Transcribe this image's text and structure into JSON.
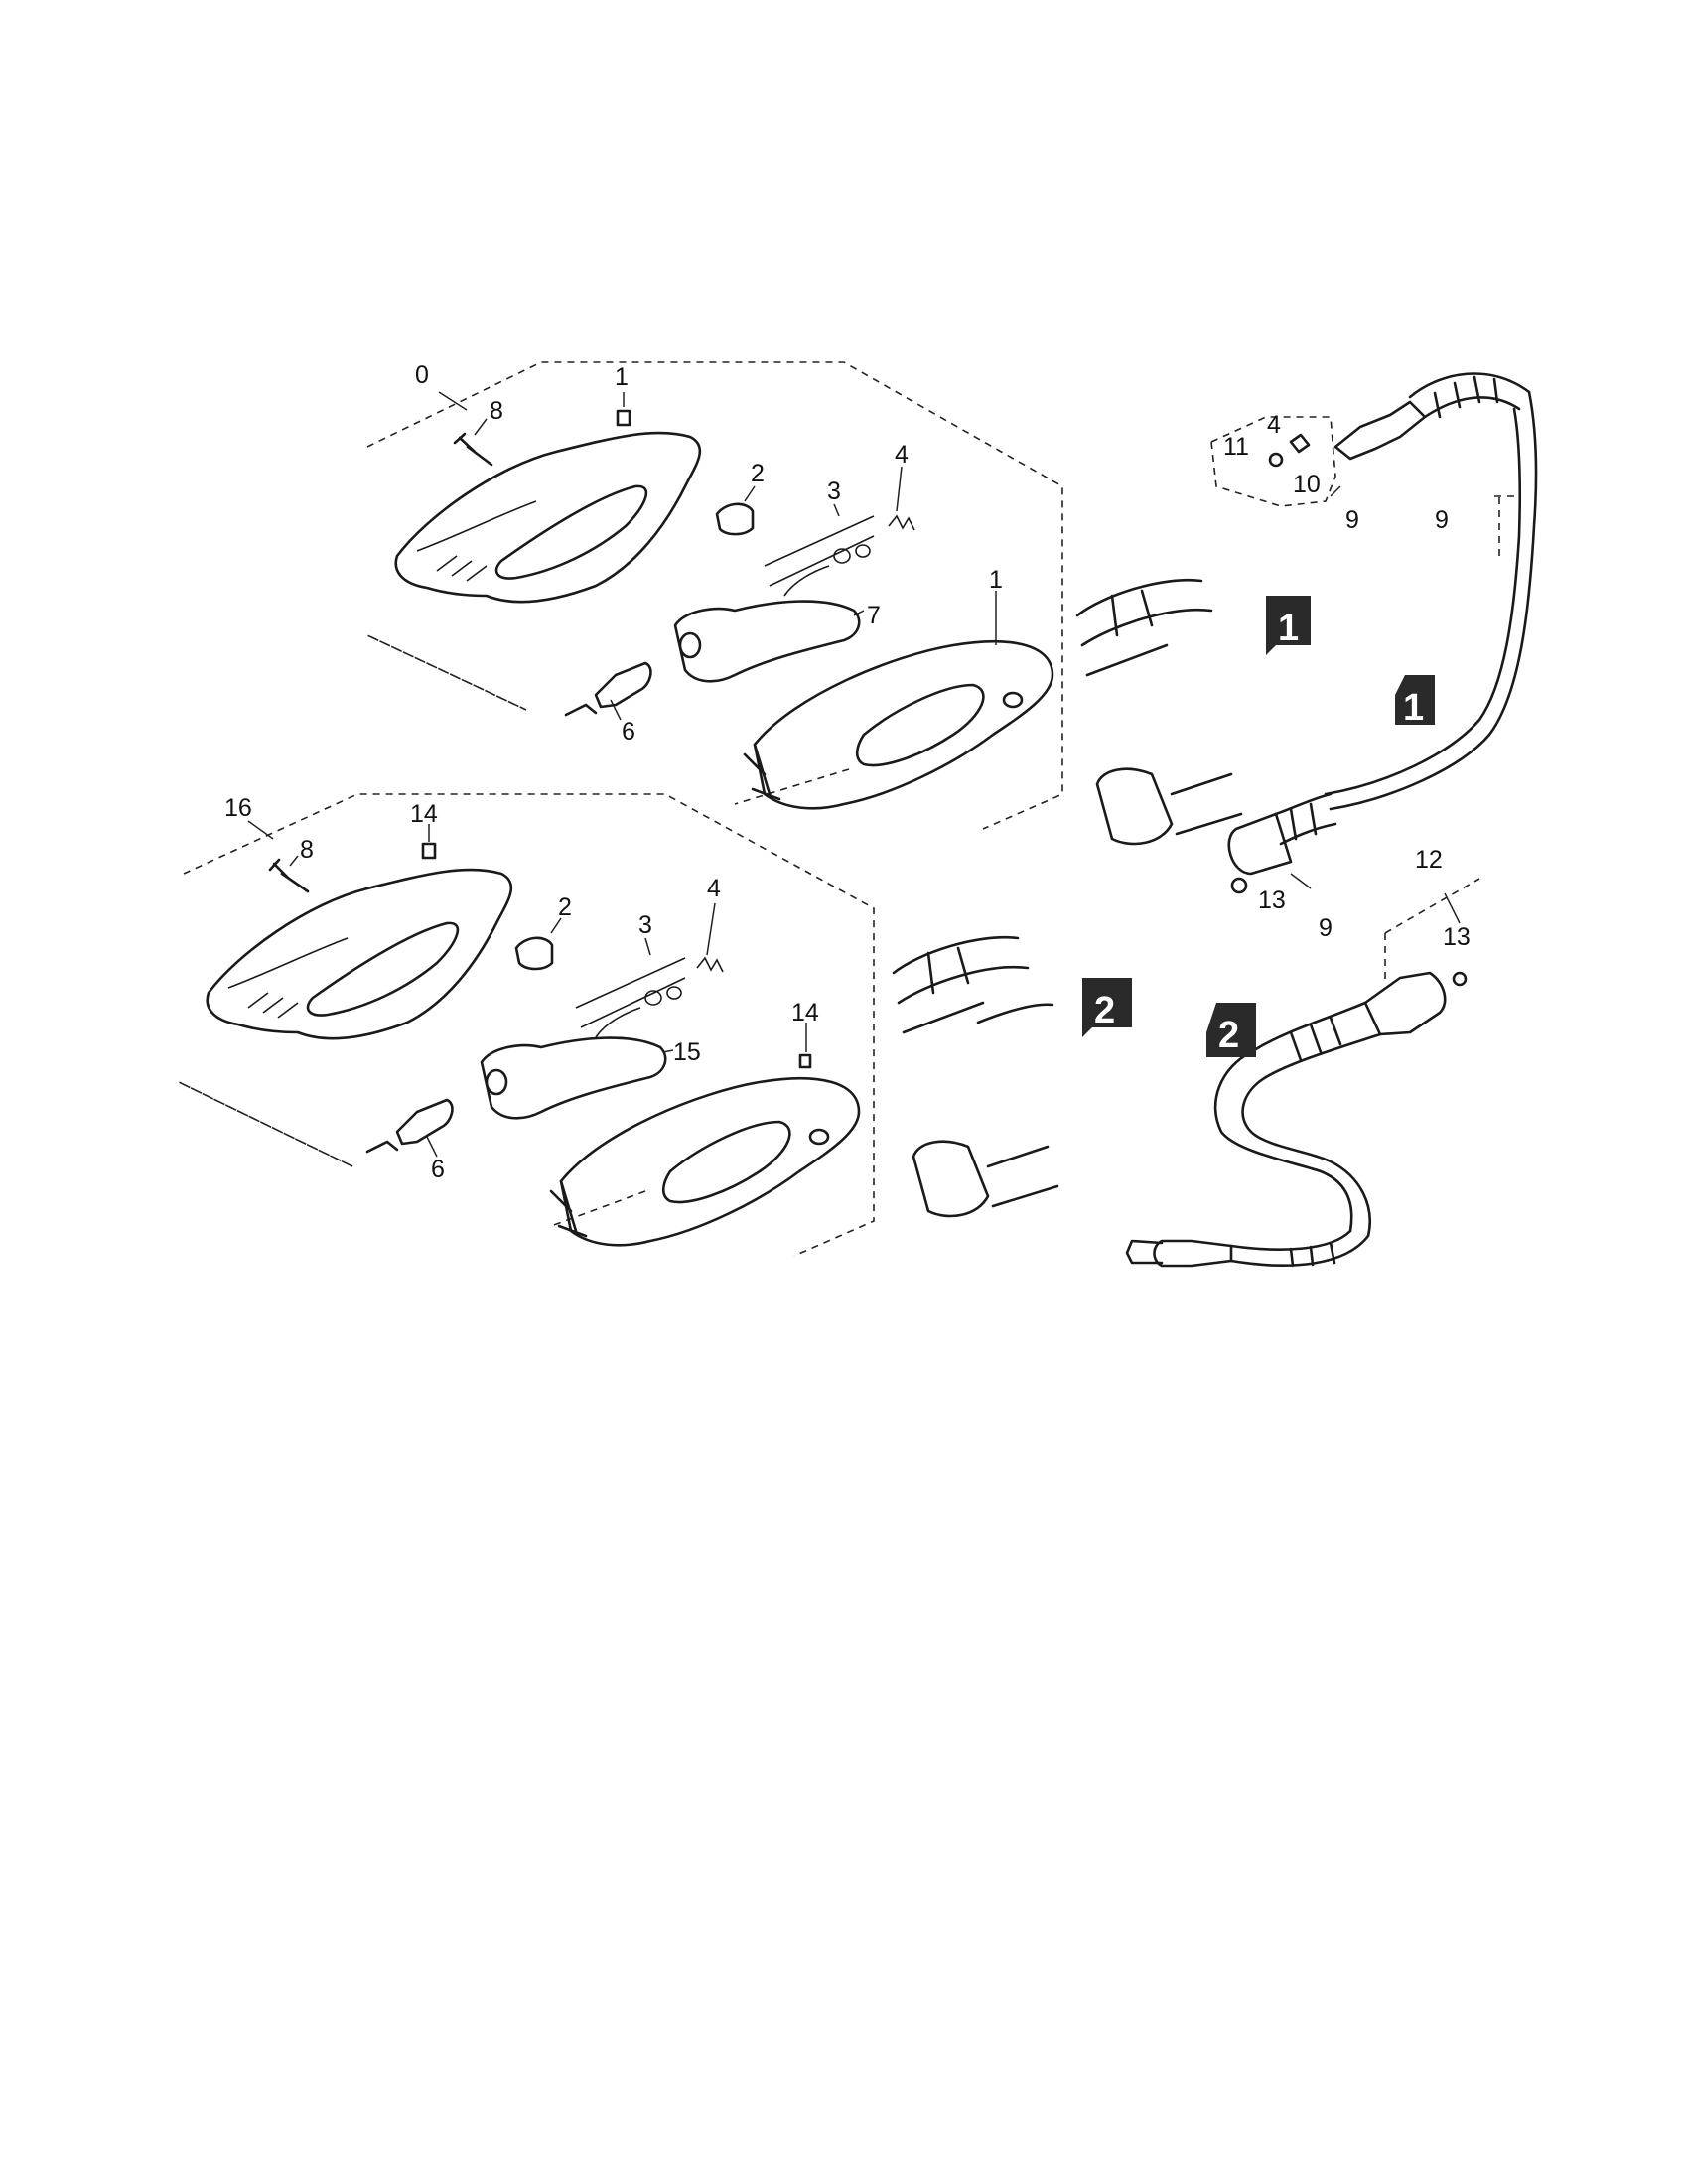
{
  "callouts": {
    "c_0": "0",
    "c_1_top": "1",
    "c_8_top": "8",
    "c_2_top": "2",
    "c_3_top": "3",
    "c_4_top": "4",
    "c_1_mid": "1",
    "c_7": "7",
    "c_6_top": "6",
    "c_11": "11",
    "c_4_hose": "4",
    "c_10": "10",
    "c_9_a": "9",
    "c_9_b": "9",
    "c_12": "12",
    "c_13_a": "13",
    "c_9_c": "9",
    "c_13_b": "13",
    "c_16": "16",
    "c_14_top": "14",
    "c_8_bot": "8",
    "c_2_bot": "2",
    "c_3_bot": "3",
    "c_4_bot": "4",
    "c_14_mid": "14",
    "c_15": "15",
    "c_6_bot": "6"
  },
  "badges": {
    "b1_handle": "1",
    "b1_hose": "1",
    "b2_handle": "2",
    "b2_hose": "2"
  }
}
